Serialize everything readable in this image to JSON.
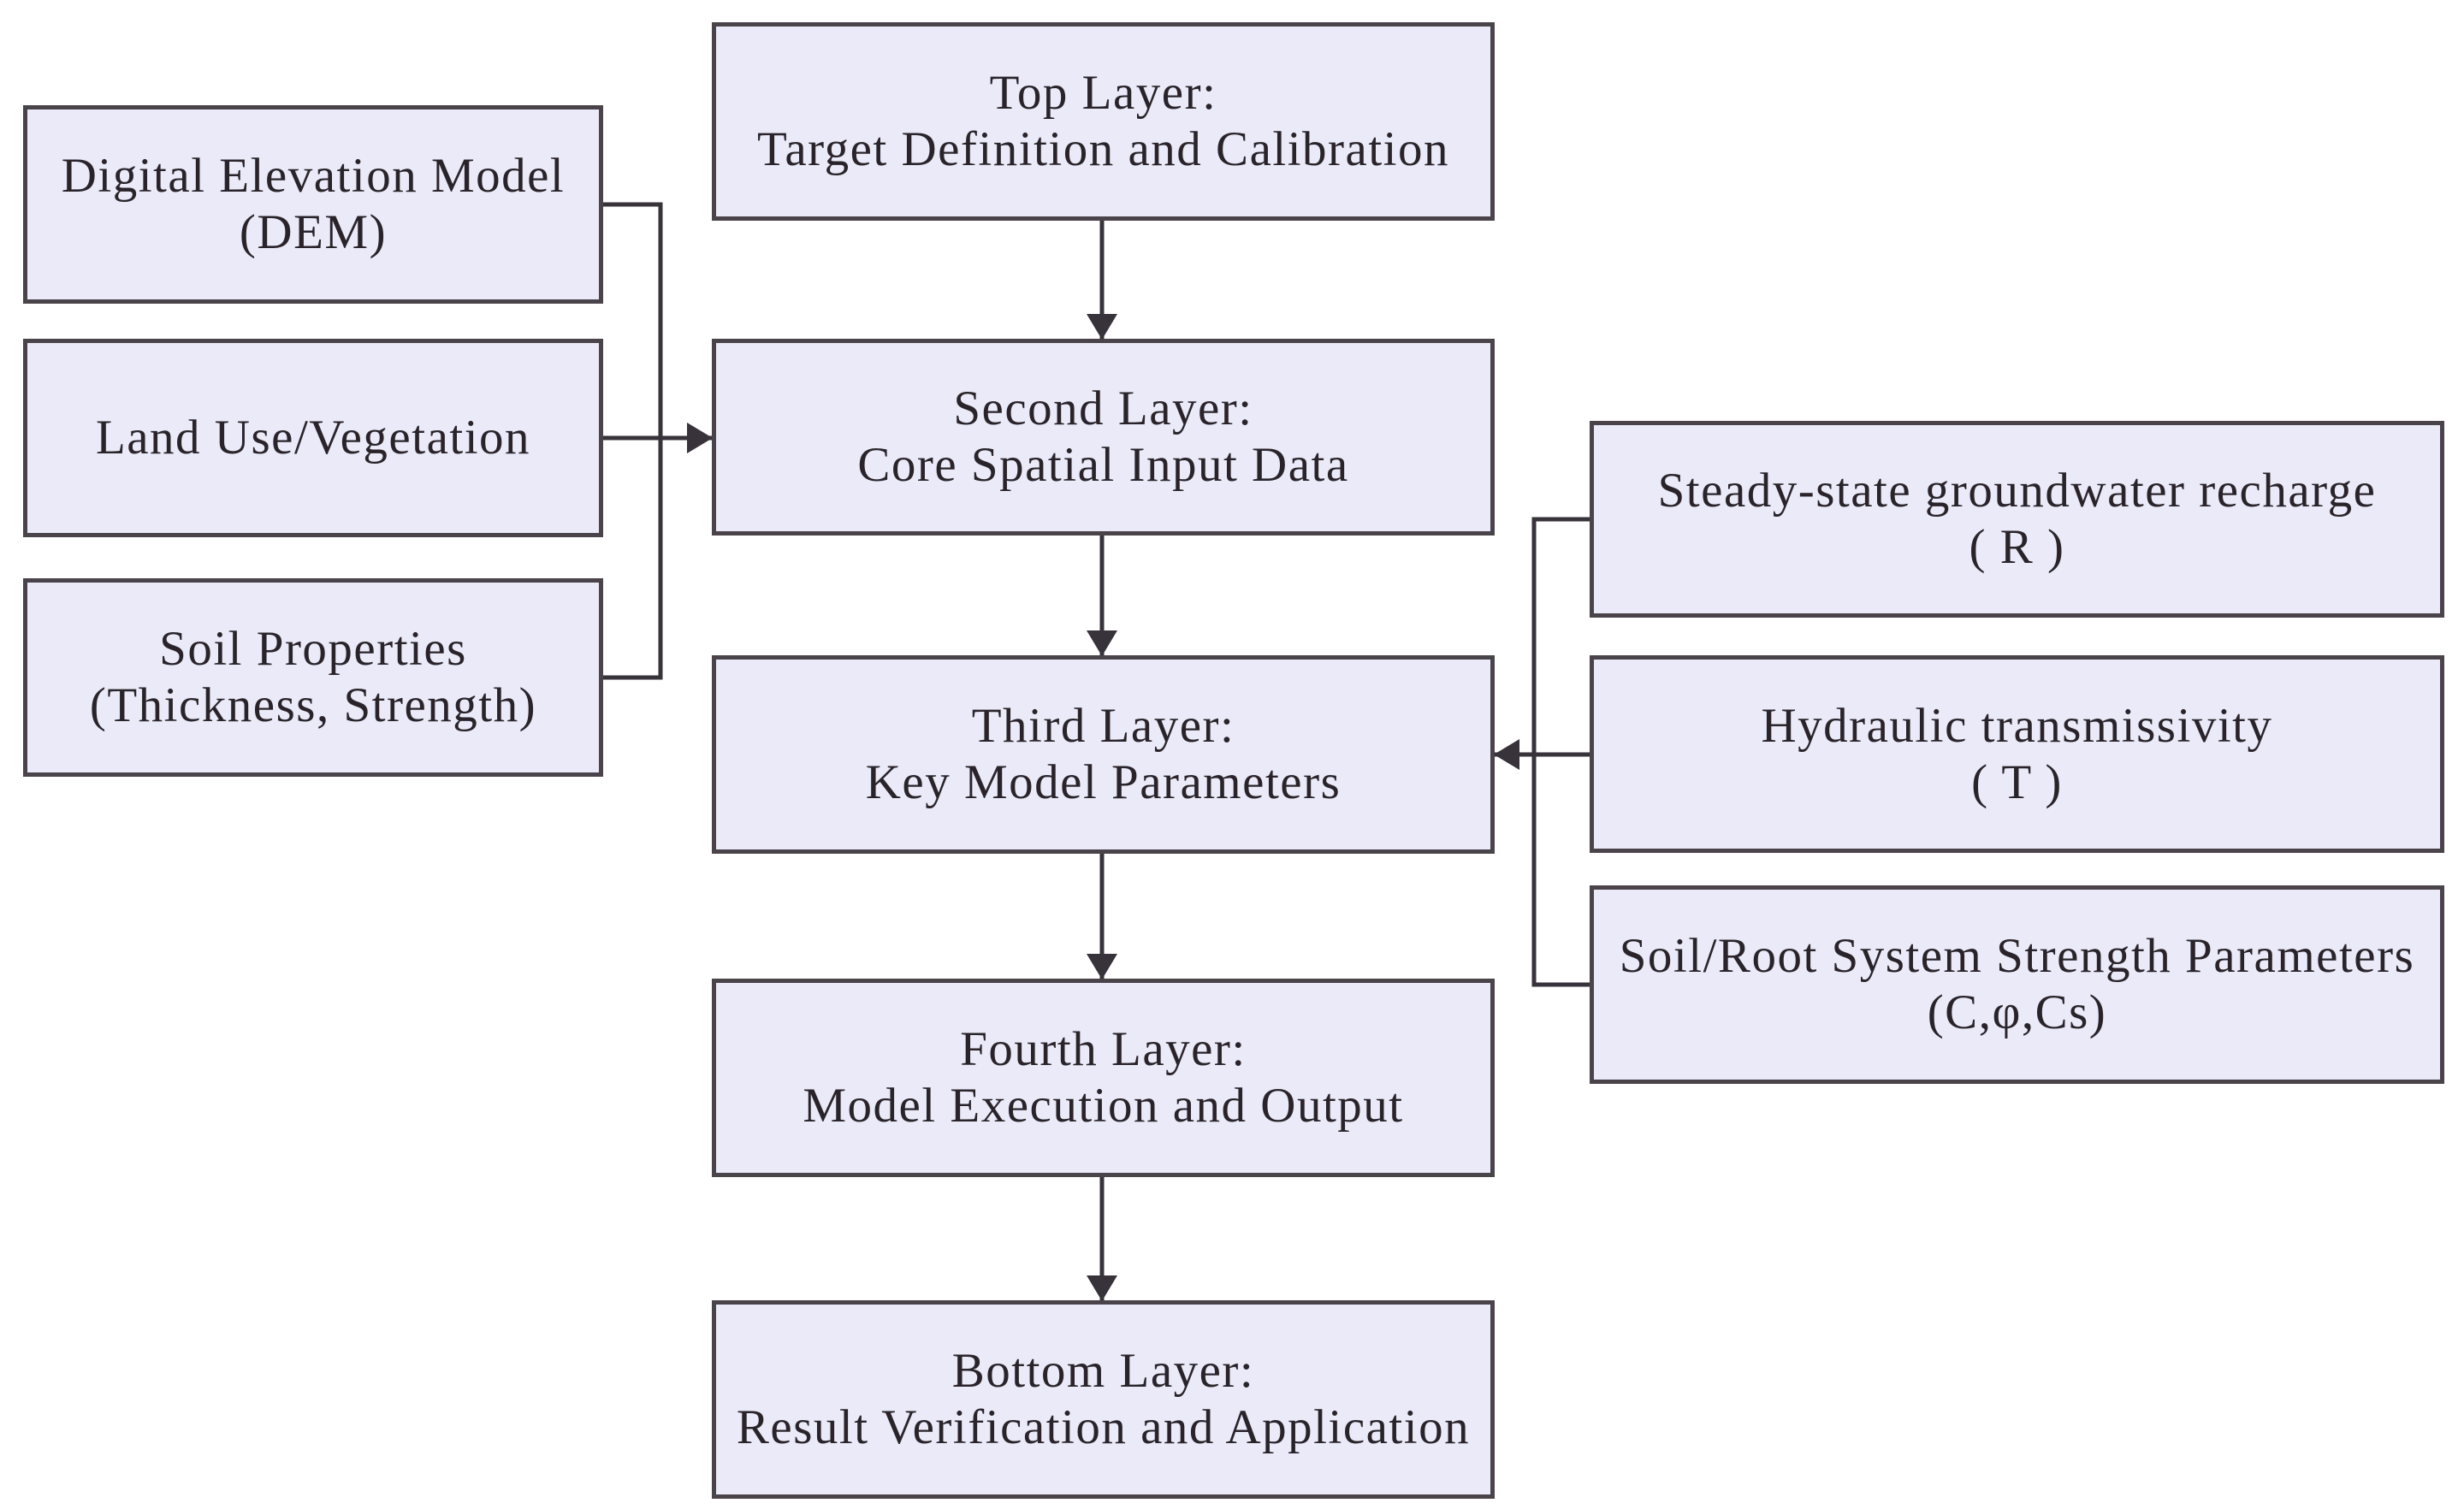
{
  "diagram": {
    "colors": {
      "background": "#ffffff",
      "box_fill": "#eaeaf8",
      "box_border": "#4b434a",
      "connector": "#38323a",
      "text": "#2a242a"
    },
    "boxes": {
      "top": {
        "line1": "Top Layer:",
        "line2": "Target Definition and Calibration"
      },
      "second": {
        "line1": "Second Layer:",
        "line2": "Core Spatial Input Data"
      },
      "third": {
        "line1": "Third Layer:",
        "line2": "Key Model Parameters"
      },
      "fourth": {
        "line1": "Fourth Layer:",
        "line2": "Model Execution and Output"
      },
      "bottom": {
        "line1": "Bottom Layer:",
        "line2": "Result Verification and Application"
      },
      "dem": {
        "line1": "Digital Elevation Model",
        "line2": "(DEM)"
      },
      "landuse": {
        "line1": "Land Use/Vegetation"
      },
      "soil": {
        "line1": "Soil Properties",
        "line2": "(Thickness, Strength)"
      },
      "recharge": {
        "line1": "Steady-state groundwater recharge",
        "line2": "( R )"
      },
      "transmissivity": {
        "line1": "Hydraulic transmissivity",
        "line2": "( T )"
      },
      "strength": {
        "line1": "Soil/Root System Strength Parameters",
        "line2": "(C,φ,Cs)"
      }
    }
  }
}
